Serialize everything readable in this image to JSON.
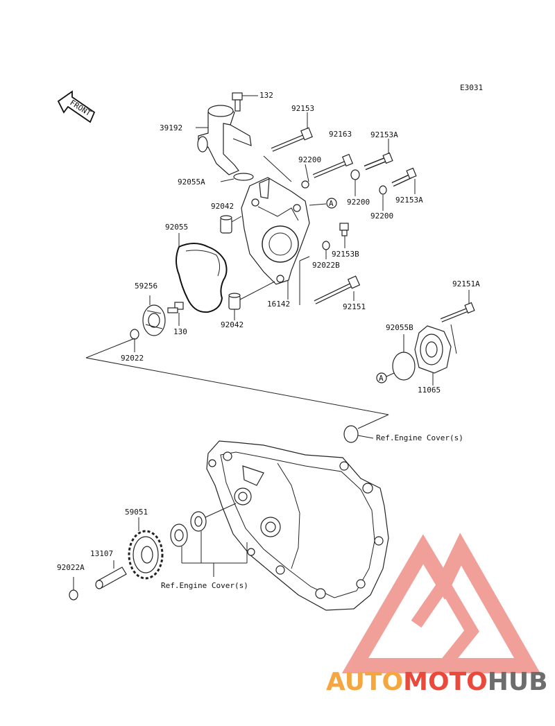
{
  "diagram_code": "E3031",
  "front_label": "FRONT",
  "callout_letter": "A",
  "part_labels": {
    "p132": "132",
    "p92153": "92153",
    "p39192": "39192",
    "p92163": "92163",
    "p92153A_top": "92153A",
    "p92200_a": "92200",
    "p92055A": "92055A",
    "p92200_b": "92200",
    "p92153A_right": "92153A",
    "p92042_top": "92042",
    "p92200_c": "92200",
    "p92055": "92055",
    "p92153B": "92153B",
    "p92022B": "92022B",
    "p59256": "59256",
    "p16142": "16142",
    "p92151": "92151",
    "p92151A": "92151A",
    "p130": "130",
    "p92042_bottom": "92042",
    "p92055B": "92055B",
    "p92022": "92022",
    "p11065": "11065",
    "ref_cover_right": "Ref.Engine Cover(s)",
    "p59051": "59051",
    "p13107": "13107",
    "p92022A": "92022A",
    "ref_cover_bottom": "Ref.Engine Cover(s)"
  },
  "watermark": {
    "part1": "AUTO",
    "part2": "MOTO",
    "part3": "HUB"
  },
  "colors": {
    "watermark_orange": "#f4a640",
    "watermark_red": "#ea4a3c",
    "watermark_gray": "#6d6d6d",
    "logo_red": "#ef8f88"
  }
}
